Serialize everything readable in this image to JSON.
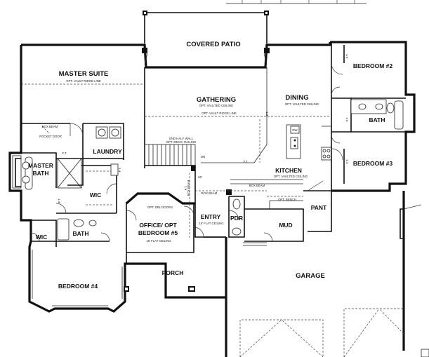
{
  "rooms": {
    "covered_patio": "COVERED PATIO",
    "master_suite": "MASTER SUITE",
    "gathering": "GATHERING",
    "dining": "DINING",
    "bedroom2": "BEDROOM #2",
    "bath_right": "BATH",
    "bedroom3": "BEDROOM #3",
    "kitchen": "KITCHEN",
    "laundry": "LAUNDRY",
    "master_bath_1": "MASTER",
    "master_bath_2": "BATH",
    "wic_upper": "WIC",
    "wic_lower": "WIC",
    "bath_lower": "BATH",
    "office_1": "OFFICE/ OPT",
    "office_2": "BEDROOM #5",
    "entry": "ENTRY",
    "pdr": "PDR",
    "mud": "MUD",
    "pant": "PANT",
    "porch": "PORCH",
    "bedroom4": "BEDROOM #4",
    "garage": "GARAGE"
  },
  "notes": {
    "master_ridge": "OPT. VAULT RIDGE LINE",
    "gathering_ceiling": "OPT. VAULTED CEILING",
    "gathering_ridge": "OPT. VAULT RIDGE LINE",
    "dining_ceiling": "OPT. VAULTED CEILING",
    "kitchen_ceiling": "OPT. VAULTED CEILING",
    "half_wall_1": "END HALF WALL",
    "half_wall_2": "OPT. DECO. RAILING",
    "up": "UP",
    "dn": "DN",
    "box_beam_left": "BOX BEAM",
    "box_beam_mid": "BOX BEAM",
    "box_beam_kitchen": "BOX BEAM",
    "box_beam_vertical": "BOX BEAM",
    "opt_bench": "OPT. BENCH",
    "office_doors": "OPT. DBL DOORS",
    "office_ceiling": "15' FLAT CEILING",
    "entry_ceiling": "15' FLAT CEILING",
    "dw": "DW",
    "ft_1": "F.T.",
    "ft_2": "F.T.",
    "ft_3": "F.T.",
    "ft_4": "F.T.",
    "ft_5": "F.T.",
    "ft_6": "F.T.",
    "ft_7": "F.T.",
    "ft_8": "F.T.",
    "ft_9": "F.T.",
    "pocket_door": "POCKET DOOR"
  }
}
